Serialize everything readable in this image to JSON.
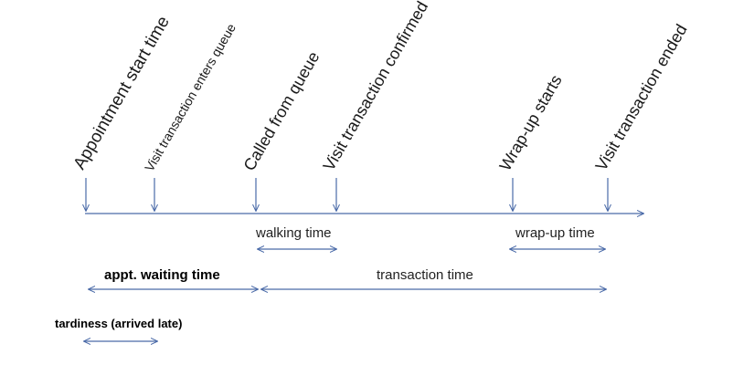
{
  "events": {
    "appointment_start": "Appointment start time",
    "enters_queue": "Visit transaction enters queue",
    "called": "Called from queue",
    "confirmed": "Visit transaction confirmed",
    "wrapup_starts": "Wrap-up starts",
    "ended": "Visit transaction ended"
  },
  "intervals": {
    "walking": "walking time",
    "wrapup": "wrap-up time",
    "waiting": "appt. waiting time",
    "transaction": "transaction time",
    "tardiness": "tardiness (arrived late)"
  },
  "colors": {
    "line": "#4a6aa8",
    "text": "#222222"
  }
}
